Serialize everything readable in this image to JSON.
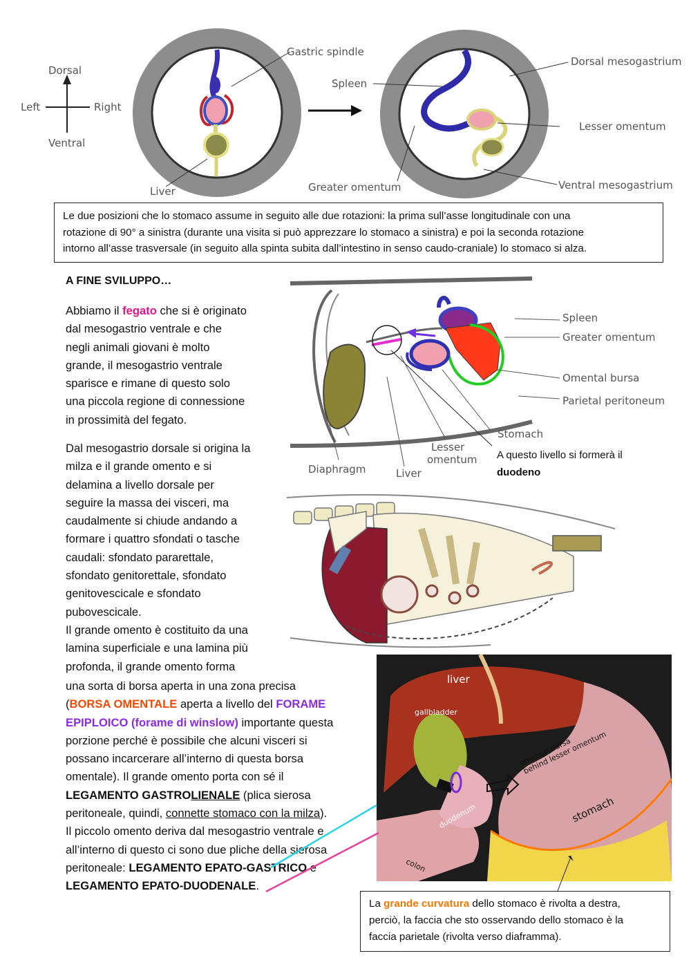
{
  "figure1": {
    "compass": {
      "dorsal": "Dorsal",
      "left": "Left",
      "right": "Right",
      "ventral": "Ventral"
    },
    "labels": {
      "gastric_spindle": "Gastric spindle",
      "liver": "Liver",
      "spleen": "Spleen",
      "dorsal_mesogastrium": "Dorsal mesogastrium",
      "lesser_omentum": "Lesser omentum",
      "greater_omentum": "Greater omentum",
      "ventral_mesogastrium": "Ventral mesogastrium"
    }
  },
  "caption": {
    "line1": "Le due posizioni che lo stomaco assume in seguito alle due rotazioni: la prima sull’asse longitudinale con una",
    "line2": "rotazione di 90° a sinistra (durante una visita si può apprezzare lo stomaco a sinistra) e poi la seconda rotazione",
    "line3": "intorno all’asse trasversale (in seguito alla spinta subita dall’intestino in senso caudo-craniale) lo stomaco si alza."
  },
  "heading": "A FINE SVILUPPO…",
  "para1": {
    "l1a": "Abbiamo il ",
    "l1b": "fegato",
    "l1c": " che si è originato",
    "l2": "dal mesogastrio ventrale e che",
    "l3": "negli animali giovani è molto",
    "l4": "grande, il mesogastrio ventrale",
    "l5": "sparisce e rimane di questo solo",
    "l6": "una piccola regione di connessione",
    "l7": "in prossimità del fegato."
  },
  "para2": {
    "l1": "Dal mesogastrio dorsale si origina la",
    "l2": "milza e il grande omento e si",
    "l3": "delamina a livello dorsale per",
    "l4": "seguire la massa dei visceri, ma",
    "l5": "caudalmente si chiude andando a",
    "l6": "formare i quattro sfondati o tasche",
    "l7": "caudali: sfondato pararettale,",
    "l8": "sfondato genitorettale, sfondato",
    "l9": "genitovescicale e sfondato",
    "l10": "pubovescicale.",
    "l11": "Il grande omento è costituito da una",
    "l12": "lamina superficiale e una lamina più",
    "l13": "profonda, il grande omento forma"
  },
  "para3": {
    "l1": "una sorta di borsa aperta in una zona precisa",
    "l2a": "(",
    "l2b": "BORSA OMENTALE",
    "l2c": " aperta a livello del ",
    "l2d": "FORAME",
    "l3a": "EPIPLOICO (forame di winslow)",
    "l3b": " importante questa",
    "l4": "porzione perché è possibile che alcuni visceri si",
    "l5": "possano incarcerare all’interno di questa borsa",
    "l6": "omentale). Il grande omento porta con sé il",
    "l7a": "LEGAMENTO GASTRO",
    "l7b": "LIENALE",
    "l7c": " (plica sierosa",
    "l8a": "peritoneale, quindi, ",
    "l8b": "connette stomaco con la ",
    "l8c": "milza",
    "l8d": ").",
    "l9": "Il piccolo omento deriva dal mesogastrio ventrale e",
    "l10": "all’interno di questo ci sono due pliche della sierosa",
    "l11a": "peritoneale: ",
    "l11b": "LEGAMENTO EPATO-GASTRICO",
    "l11c": " e",
    "l12a": "LEGAMENTO EPATO-DUODENALE",
    "l12b": "."
  },
  "figure2": {
    "labels": {
      "spleen": "Spleen",
      "greater_omentum": "Greater omentum",
      "omental_bursa": "Omental bursa",
      "parietal_peritoneum": "Parietal peritoneum",
      "stomach": "Stomach",
      "lesser_omentum_1": "Lesser",
      "lesser_omentum_2": "omentum",
      "diaphragm": "Diaphragm",
      "liver": "Liver"
    },
    "note_line1": "A questo livello si formerà il",
    "note_line2": "duodeno"
  },
  "photo": {
    "labels": {
      "liver": "liver",
      "gallbladder": "gallbladder",
      "omental_bursa_1": "omental bursa",
      "omental_bursa_2": "behind lesser omentum",
      "stomach": "stomach",
      "duodenum": "duodenum",
      "colon": "colon"
    }
  },
  "curvature_note": {
    "l1a": "La ",
    "l1b": "grande curvatura",
    "l1c": " dello stomaco è rivolta a destra,",
    "l2": "perciò, la faccia che sto osservando dello stomaco è la",
    "l3": "faccia parietale (rivolta verso diaframma)."
  },
  "colors": {
    "fegato": "#e0148c",
    "borsa_omentale": "#f04a00",
    "forame": "#8a2be2",
    "grande_curvatura": "#f07800",
    "cyan_pointer": "#29d3e8",
    "pink_pointer": "#e8409a"
  }
}
